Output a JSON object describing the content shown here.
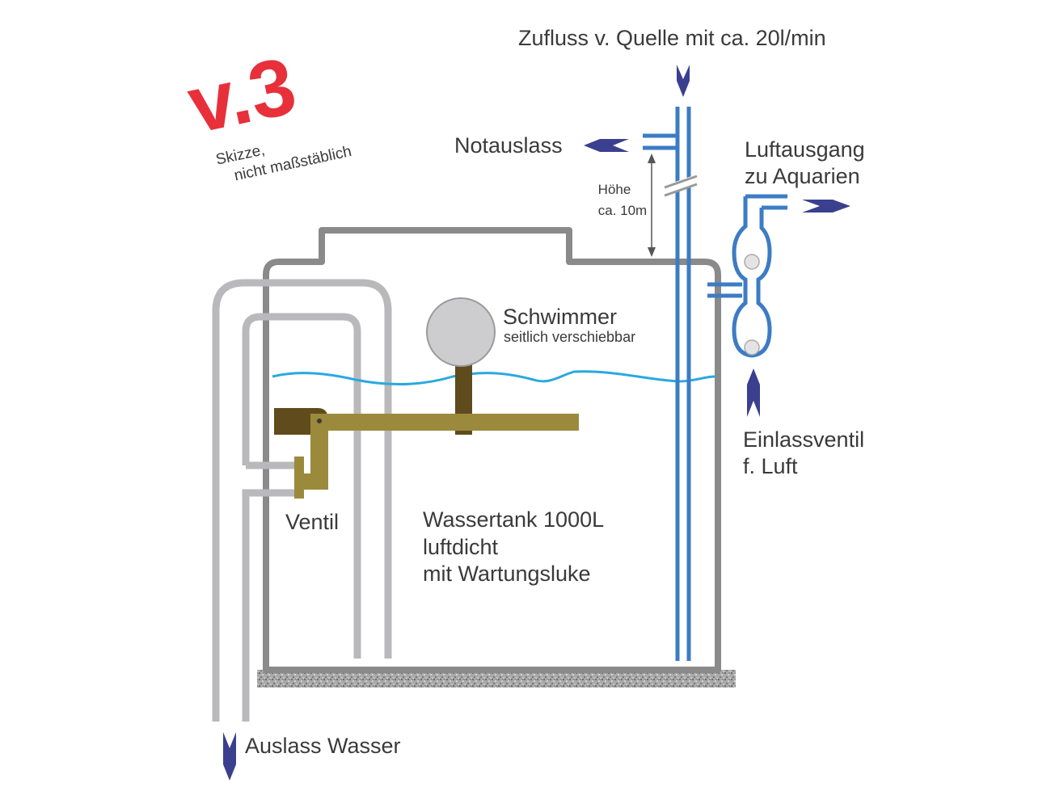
{
  "version_mark": "v.3",
  "sketch_note": {
    "line1": "Skizze,",
    "line2": "nicht maßstäblich"
  },
  "labels": {
    "inflow": "Zufluss v. Quelle mit ca. 20l/min",
    "overflow": "Notauslass",
    "height_line1": "Höhe",
    "height_line2": "ca. 10m",
    "air_out_line1": "Luftausgang",
    "air_out_line2": "zu Aquarien",
    "float_title": "Schwimmer",
    "float_sub": "seitlich verschiebbar",
    "air_in_line1": "Einlassventil",
    "air_in_line2": "f. Luft",
    "valve": "Ventil",
    "tank_line1": "Wassertank 1000L",
    "tank_line2": "luftdicht",
    "tank_line3": "mit Wartungsluke",
    "water_out": "Auslass Wasser"
  },
  "colors": {
    "version": "#e8303a",
    "tank_wall": "#8a8a8a",
    "outlet_pipe": "#b9b9bb",
    "supply_pipe": "#3d7cc4",
    "water_line": "#2aa8e0",
    "arrow": "#3b3f8f",
    "float_ball": "#cdcdcf",
    "lever": "#9b8a3c",
    "float_rod": "#5f4b1b",
    "ground": "#9a9a9a"
  }
}
